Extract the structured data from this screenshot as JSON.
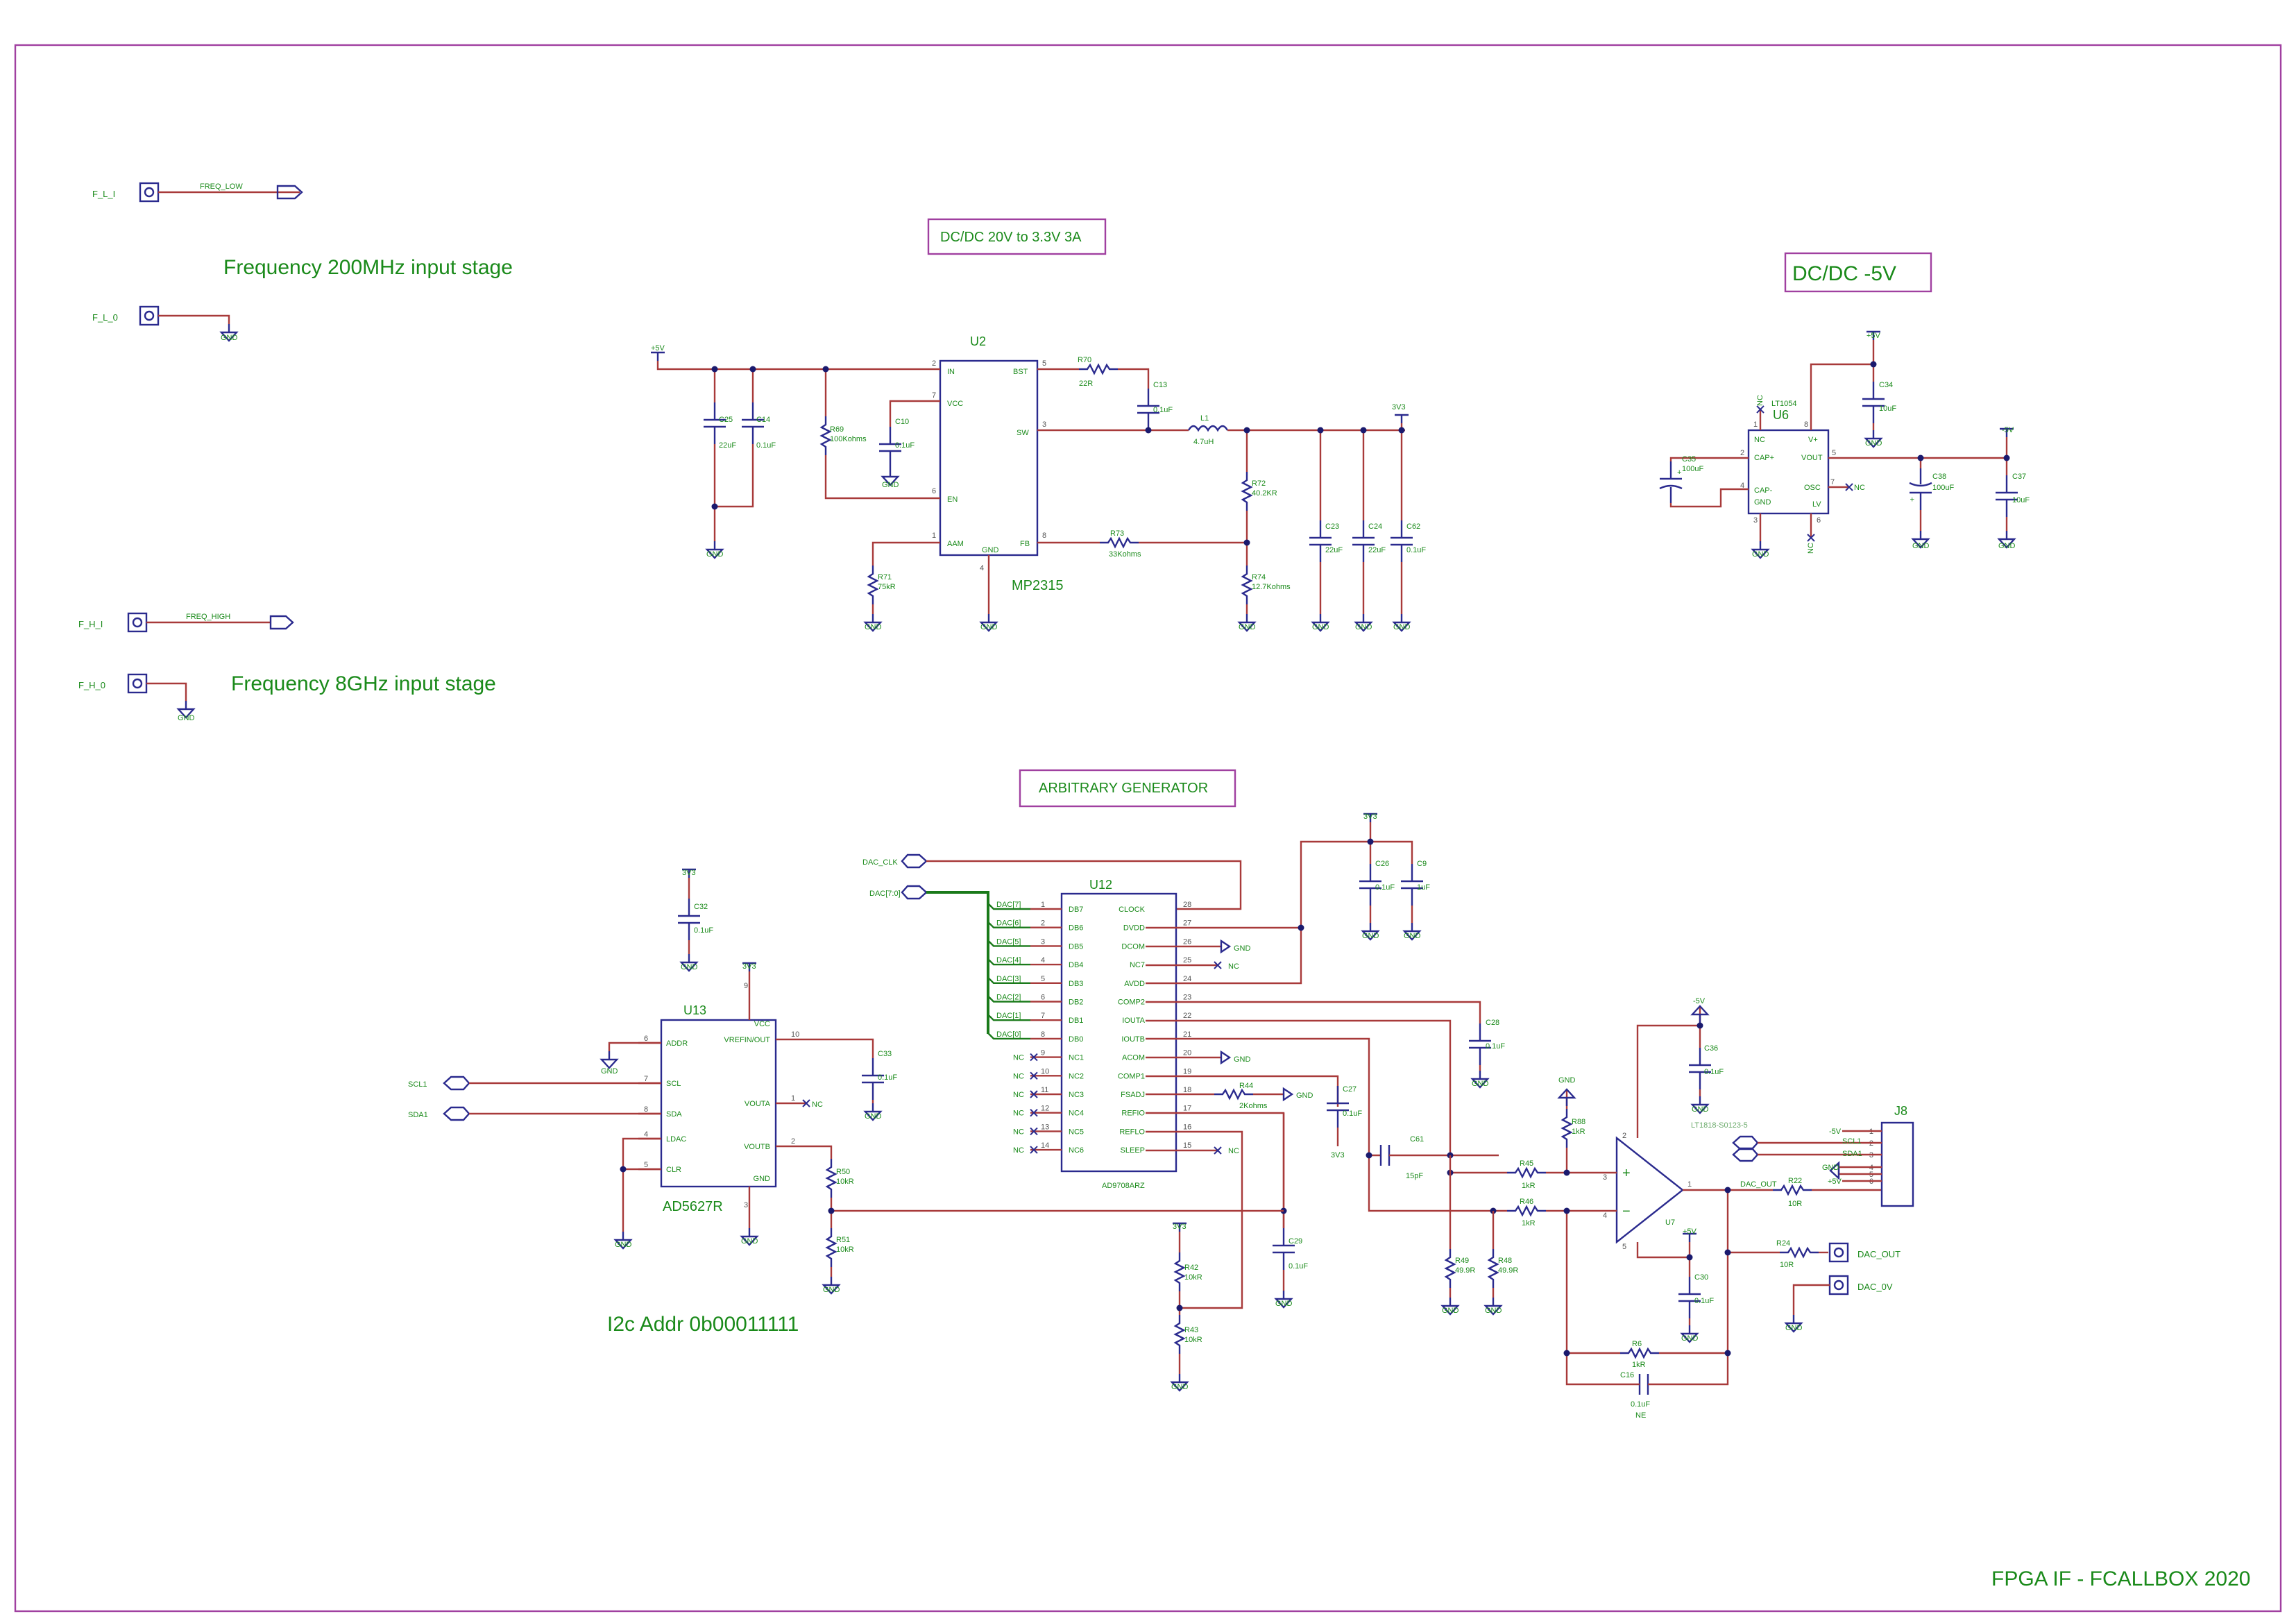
{
  "title_block": "FPGA IF - FCALLBOX 2020",
  "sections": {
    "freq_low_stage": "Frequency 200MHz input stage",
    "freq_high_stage": "Frequency 8GHz input stage",
    "dcdc_33": "DC/DC  20V to 3.3V 3A",
    "dcdc_neg5": "DC/DC -5V",
    "arb_gen": "ARBITRARY GENERATOR",
    "i2c_addr": "I2c Addr 0b00011111"
  },
  "connectors": {
    "fli": "F_L_I",
    "fl0": "F_L_0",
    "fhi": "F_H_I",
    "fh0": "F_H_0",
    "freq_low": "FREQ_LOW",
    "freq_high": "FREQ_HIGH",
    "dac_out": "DAC_OUT",
    "dac_0v": "DAC_0V",
    "j8": "J8"
  },
  "nets": {
    "gnd": "GND",
    "p5v": "+5V",
    "m5v": "-5V",
    "v3v3": "3V3",
    "nc": "NC",
    "dac_clk": "DAC_CLK",
    "dac_bus": "DAC[7:0]",
    "scl1": "SCL1",
    "sda1": "SDA1",
    "dac_out_net": "DAC_OUT",
    "dac_bits": [
      "DAC[7]",
      "DAC[6]",
      "DAC[5]",
      "DAC[4]",
      "DAC[3]",
      "DAC[2]",
      "DAC[1]",
      "DAC[0]"
    ]
  },
  "u2": {
    "ref": "U2",
    "part": "MP2315",
    "pins": {
      "in": "IN",
      "vcc": "VCC",
      "en": "EN",
      "aam": "AAM",
      "gnd": "GND",
      "bst": "BST",
      "sw": "SW",
      "fb": "FB"
    },
    "pin_numbers": {
      "in": "2",
      "vcc": "7",
      "en": "6",
      "aam": "1",
      "gnd": "4",
      "bst": "5",
      "sw": "3",
      "fb": "8"
    }
  },
  "u6": {
    "ref": "U6",
    "part": "LT1054",
    "pins": {
      "nc": "NC",
      "capp": "CAP+",
      "capm": "CAP-",
      "gnd": "GND",
      "vp": "V+",
      "vout": "VOUT",
      "osc": "OSC",
      "lv": "LV"
    },
    "pin_numbers": {
      "nc": "1",
      "capp": "2",
      "capm": "4",
      "gnd": "3",
      "vp": "8",
      "vout": "5",
      "osc": "7",
      "lv": "6"
    }
  },
  "u12": {
    "ref": "U12",
    "part": "AD9708ARZ",
    "left_pins": [
      "DB7",
      "DB6",
      "DB5",
      "DB4",
      "DB3",
      "DB2",
      "DB1",
      "DB0",
      "NC1",
      "NC2",
      "NC3",
      "NC4",
      "NC5",
      "NC6"
    ],
    "left_numbers": [
      "1",
      "2",
      "3",
      "4",
      "5",
      "6",
      "7",
      "8",
      "9",
      "10",
      "11",
      "12",
      "13",
      "14"
    ],
    "right_pins": [
      "CLOCK",
      "DVDD",
      "DCOM",
      "NC7",
      "AVDD",
      "COMP2",
      "IOUTA",
      "IOUTB",
      "ACOM",
      "COMP1",
      "FSADJ",
      "REFIO",
      "REFLO",
      "SLEEP"
    ],
    "right_numbers": [
      "28",
      "27",
      "26",
      "25",
      "24",
      "23",
      "22",
      "21",
      "20",
      "19",
      "18",
      "17",
      "16",
      "15"
    ]
  },
  "u13": {
    "ref": "U13",
    "part": "AD5627R",
    "left_pins": [
      "ADDR",
      "SCL",
      "SDA",
      "LDAC",
      "CLR"
    ],
    "left_numbers": [
      "6",
      "7",
      "8",
      "4",
      "5"
    ],
    "right_pins": [
      "VCC",
      "VREFIN/OUT",
      "VOUTA",
      "VOUTB",
      "GND"
    ],
    "right_numbers": [
      "9",
      "10",
      "1",
      "2",
      "3"
    ]
  },
  "u7": {
    "ref": "U7",
    "part": "LT1818-S0123-5",
    "pin_numbers": {
      "inp": "3",
      "inn": "4",
      "vp": "2",
      "vm": "5",
      "out": "1"
    }
  },
  "j8_pins": [
    "1",
    "2",
    "3",
    "4",
    "5",
    "6"
  ],
  "components": {
    "C25": {
      "ref": "C25",
      "val": "22uF"
    },
    "C14": {
      "ref": "C14",
      "val": "0.1uF"
    },
    "R69": {
      "ref": "R69",
      "val": "100Kohms"
    },
    "C10": {
      "ref": "C10",
      "val": "0.1uF"
    },
    "R71": {
      "ref": "R71",
      "val": "75kR"
    },
    "R70": {
      "ref": "R70",
      "val": "22R"
    },
    "C13": {
      "ref": "C13",
      "val": "0.1uF"
    },
    "L1": {
      "ref": "L1",
      "val": "4.7uH"
    },
    "R72": {
      "ref": "R72",
      "val": "40.2KR"
    },
    "R73": {
      "ref": "R73",
      "val": "33Kohms"
    },
    "R74": {
      "ref": "R74",
      "val": "12.7Kohms"
    },
    "C23": {
      "ref": "C23",
      "val": "22uF"
    },
    "C24": {
      "ref": "C24",
      "val": "22uF"
    },
    "C62": {
      "ref": "C62",
      "val": "0.1uF"
    },
    "C35": {
      "ref": "C35",
      "val": "100uF"
    },
    "C34": {
      "ref": "C34",
      "val": "10uF"
    },
    "C38": {
      "ref": "C38",
      "val": "100uF"
    },
    "C37": {
      "ref": "C37",
      "val": "10uF"
    },
    "C26": {
      "ref": "C26",
      "val": "0.1uF"
    },
    "C9": {
      "ref": "C9",
      "val": "1uF"
    },
    "C28": {
      "ref": "C28",
      "val": "0.1uF"
    },
    "R44": {
      "ref": "R44",
      "val": "2Kohms"
    },
    "C27": {
      "ref": "C27",
      "val": "0.1uF"
    },
    "C29": {
      "ref": "C29",
      "val": "0.1uF"
    },
    "R42": {
      "ref": "R42",
      "val": "10kR"
    },
    "R43": {
      "ref": "R43",
      "val": "10kR"
    },
    "C32": {
      "ref": "C32",
      "val": "0.1uF"
    },
    "C33": {
      "ref": "C33",
      "val": "0.1uF"
    },
    "R50": {
      "ref": "R50",
      "val": "10kR"
    },
    "R51": {
      "ref": "R51",
      "val": "10kR"
    },
    "C61": {
      "ref": "C61",
      "val": "15pF"
    },
    "R45": {
      "ref": "R45",
      "val": "1kR"
    },
    "R46": {
      "ref": "R46",
      "val": "1kR"
    },
    "R88": {
      "ref": "R88",
      "val": "1kR"
    },
    "R49": {
      "ref": "R49",
      "val": "49.9R"
    },
    "R48": {
      "ref": "R48",
      "val": "49.9R"
    },
    "C36": {
      "ref": "C36",
      "val": "0.1uF"
    },
    "C30": {
      "ref": "C30",
      "val": "0.1uF"
    },
    "R6": {
      "ref": "R6",
      "val": "1kR"
    },
    "C16": {
      "ref": "C16",
      "val": "0.1uF",
      "extra": "NE"
    },
    "R22": {
      "ref": "R22",
      "val": "10R"
    },
    "R24": {
      "ref": "R24",
      "val": "10R"
    }
  }
}
